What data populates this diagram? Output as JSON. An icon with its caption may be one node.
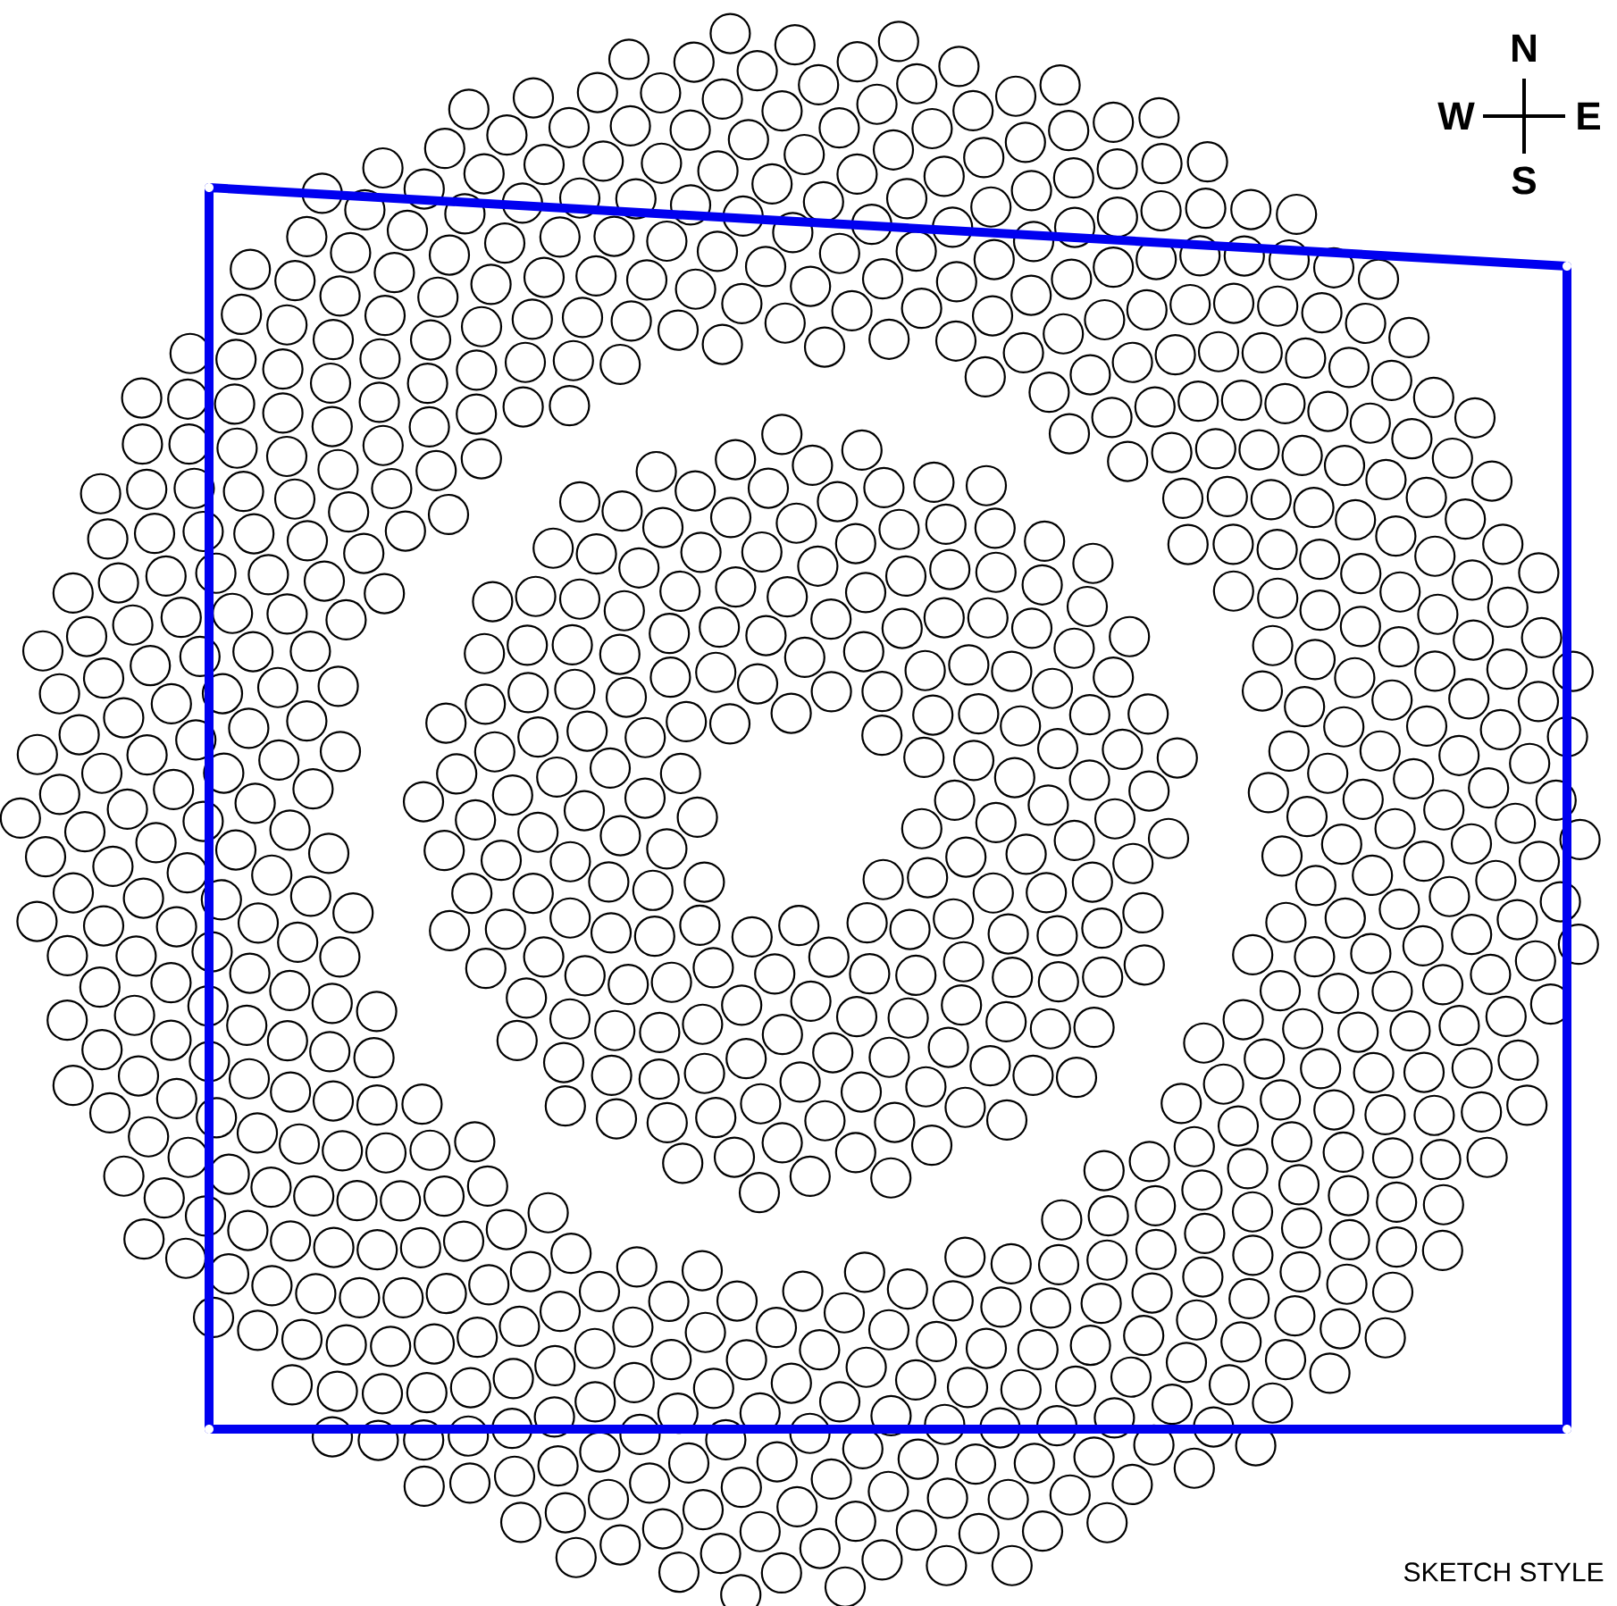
{
  "diagram": {
    "labels": [
      "N",
      "W",
      "E",
      "S",
      "SKETCH STYLE"
    ]
  }
}
